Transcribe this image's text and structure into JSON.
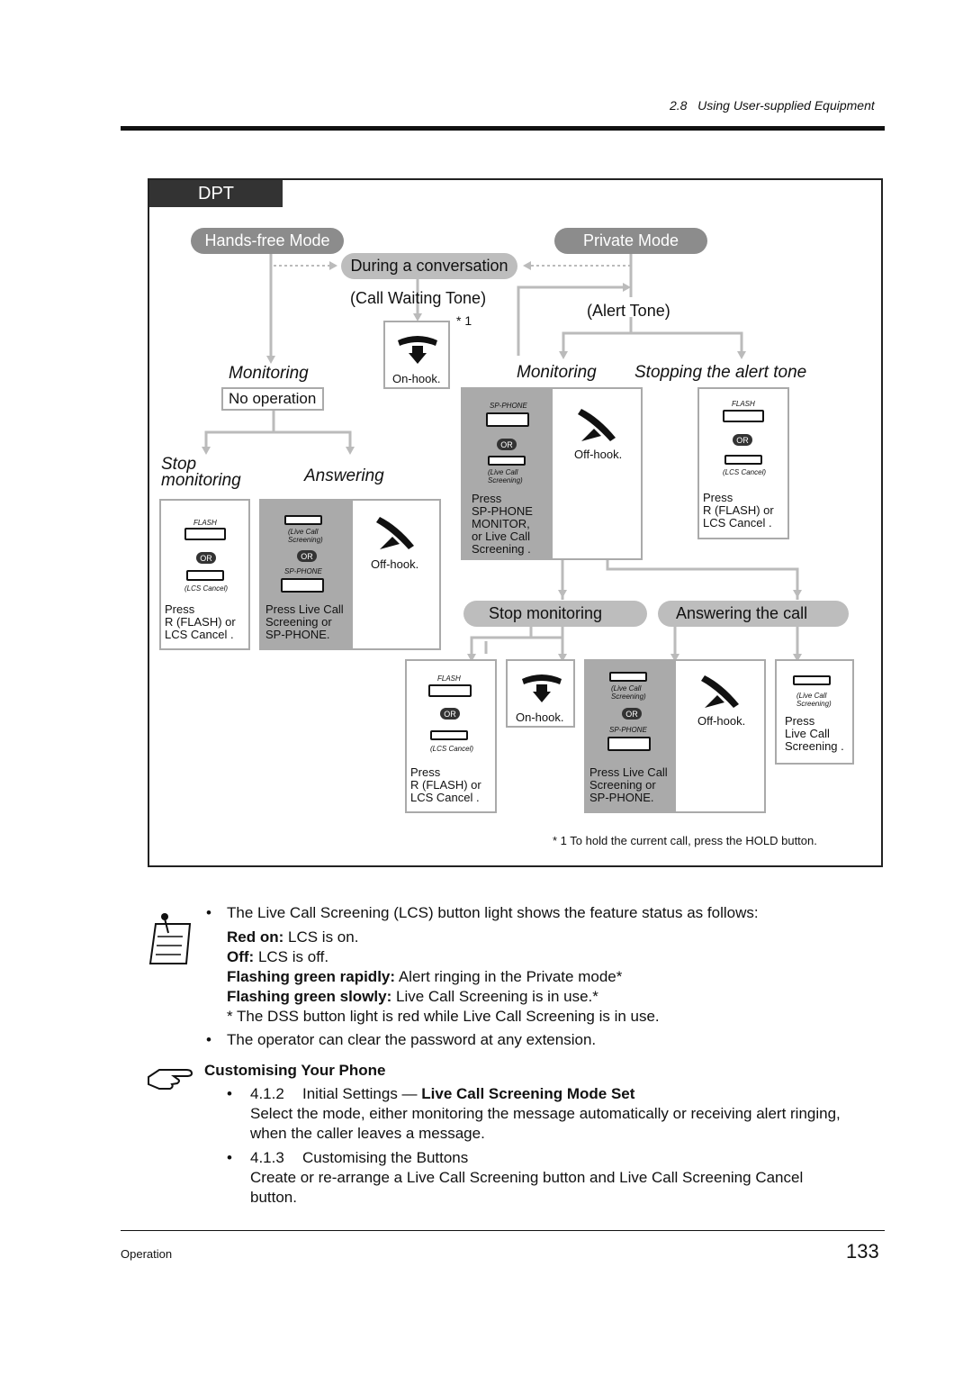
{
  "header": {
    "section": "2.8",
    "title": "Using User-supplied Equipment"
  },
  "diagram": {
    "tab": "DPT",
    "handsfree": "Hands-free Mode",
    "private": "Private Mode",
    "during": "During a conversation",
    "call_waiting": "(Call Waiting Tone)",
    "alert_tone": "(Alert Tone)",
    "star1": "* 1",
    "onhook": "On-hook.",
    "offhook": "Off-hook.",
    "monitoring": "Monitoring",
    "no_operation": "No operation",
    "stopping_alert": "Stopping the alert tone",
    "stop_monitoring_1": "Stop",
    "stop_monitoring_2": "monitoring",
    "answering": "Answering",
    "flash": "FLASH",
    "or": "OR",
    "lcs_cancel": "(LCS Cancel)",
    "live_call_1": "(Live Call",
    "live_call_2": "Screening)",
    "sp_phone": "SP-PHONE",
    "press_flash": [
      "Press",
      "R (FLASH) or",
      "LCS Cancel ."
    ],
    "press_live_sp": [
      "Press Live Call",
      "Screening  or",
      "SP-PHONE."
    ],
    "press_sp_monitor": [
      "Press",
      "SP-PHONE",
      "MONITOR,",
      "or Live Call",
      "Screening ."
    ],
    "press_live": [
      "Press",
      "Live Call",
      "Screening ."
    ],
    "stop_monitoring_pill": "Stop monitoring",
    "answering_call_pill": "Answering the call",
    "footnote": "* 1 To hold the current call, press the HOLD button."
  },
  "notes": {
    "bullet1": "The Live Call Screening (LCS) button light shows the feature status as follows:",
    "items": [
      {
        "label": "Red on:",
        "text": " LCS is on."
      },
      {
        "label": "Off:",
        "text": " LCS is off."
      },
      {
        "label": "Flashing green rapidly:",
        "text": " Alert ringing in the Private mode*"
      },
      {
        "label": "Flashing green slowly:",
        "text": " Live Call Screening is in use.*"
      }
    ],
    "asterisk": "* The DSS button light is red while Live Call Screening is in use.",
    "bullet2": "The operator can clear the password at any extension."
  },
  "customise": {
    "title": "Customising Your Phone",
    "ref1_num": "4.1.2",
    "ref1_text": "Initial Settings — ",
    "ref1_bold": "Live Call Screening Mode Set",
    "ref1_desc1": "Select the mode, either monitoring the message automatically or receiving alert ringing,",
    "ref1_desc2": "when the caller leaves a message.",
    "ref2_num": "4.1.3",
    "ref2_text": "Customising the Buttons",
    "ref2_desc1": "Create or re-arrange a Live Call Screening button and Live Call Screening Cancel",
    "ref2_desc2": "button."
  },
  "footer": {
    "left": "Operation",
    "page": "133"
  }
}
